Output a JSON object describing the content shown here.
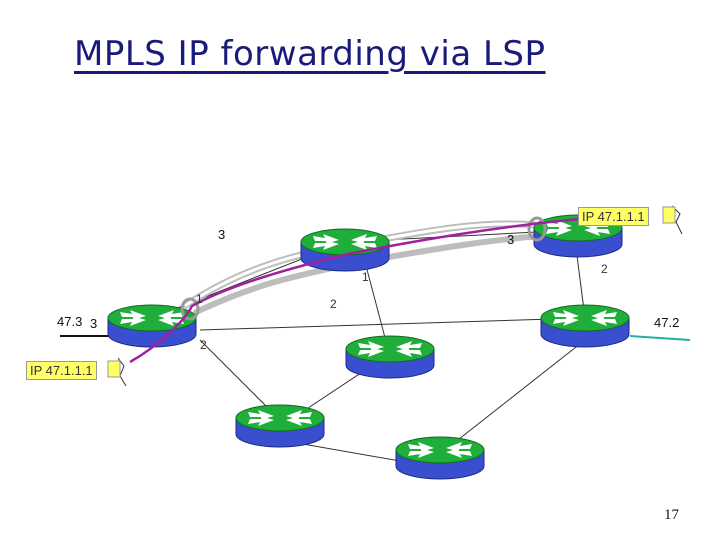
{
  "slide": {
    "title": "MPLS IP forwarding via LSP",
    "page_number": "17"
  },
  "packets": {
    "ingress": "IP 47.1.1.1",
    "egress": "IP 47.1.1.1"
  },
  "labels": {
    "r_left_in_label": "3",
    "r_top_in_label": "3",
    "r_top_out_label": "3",
    "r_right_in_label": "2",
    "if_left_1": "1",
    "if_left_2": "2",
    "if_top_1": "1",
    "if_top_2": "2",
    "net_left": "47.3",
    "net_right": "47.2"
  },
  "colors": {
    "router_top": "#1fae3a",
    "router_side": "#3a4fd0",
    "lsp_path": "#a020a0",
    "tunnel": "#c0c0c0",
    "packet": "#ffff66",
    "teal_link": "#20b0a0"
  },
  "routers": [
    {
      "name": "router-left-ingress"
    },
    {
      "name": "router-top-middle"
    },
    {
      "name": "router-top-right-egress"
    },
    {
      "name": "router-right"
    },
    {
      "name": "router-center"
    },
    {
      "name": "router-bottom-left"
    },
    {
      "name": "router-bottom-right"
    }
  ]
}
